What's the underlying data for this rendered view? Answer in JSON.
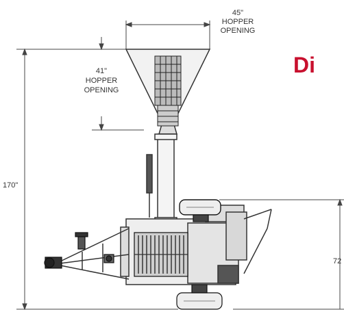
{
  "heading": {
    "text": "Di",
    "color": "#c8102e"
  },
  "dimensions": {
    "top_width": {
      "value": "45\"",
      "line1": "HOPPER",
      "line2": "OPENING"
    },
    "hopper_depth": {
      "value": "41\"",
      "line1": "HOPPER",
      "line2": "OPENING"
    },
    "overall_height": {
      "value": "170\""
    },
    "right_height": {
      "value": "72"
    }
  },
  "colors": {
    "line": "#333333",
    "fill": "#e8e8e8",
    "dark": "#222222"
  }
}
